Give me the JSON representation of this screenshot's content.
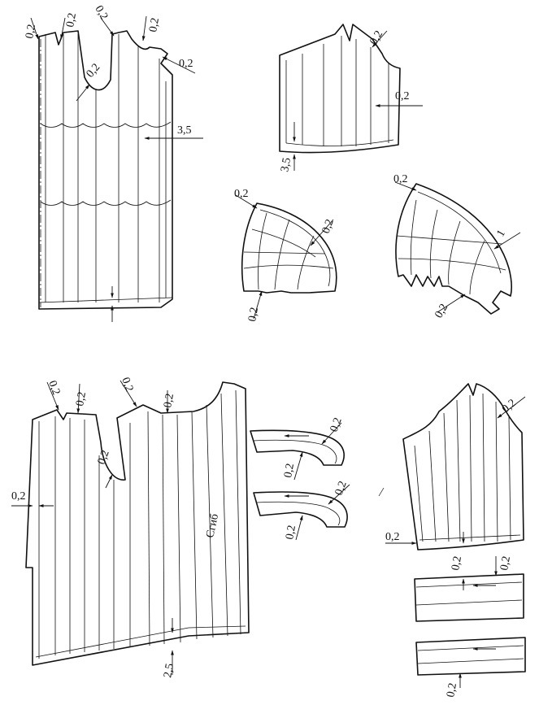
{
  "labels": {
    "a1": "0,2",
    "a2": "0,2",
    "a3": "0,2",
    "a4": "0,2",
    "a5": "0,2",
    "a6": "0,2",
    "a7": "3,5",
    "b1": "0,2",
    "b2": "0,2",
    "b3": "3,5",
    "c1": "0,2",
    "c2": "0,2",
    "c3": "0,2",
    "d1": "0,2",
    "d2": "1",
    "d3": "0,2",
    "e1": "0,2",
    "e2": "0,2",
    "e3": "0,2",
    "e4": "0,2",
    "e5": "0,2",
    "e6": "0,2",
    "e7": "2,5",
    "fold": "Сгиб",
    "f1": "0,2",
    "f2": "0,2",
    "f3": "0,2",
    "f4": "0,2",
    "g1": "0,2",
    "g2": "0,2",
    "g3": "0,2",
    "g4": "0,2",
    "g5": "0,2"
  }
}
